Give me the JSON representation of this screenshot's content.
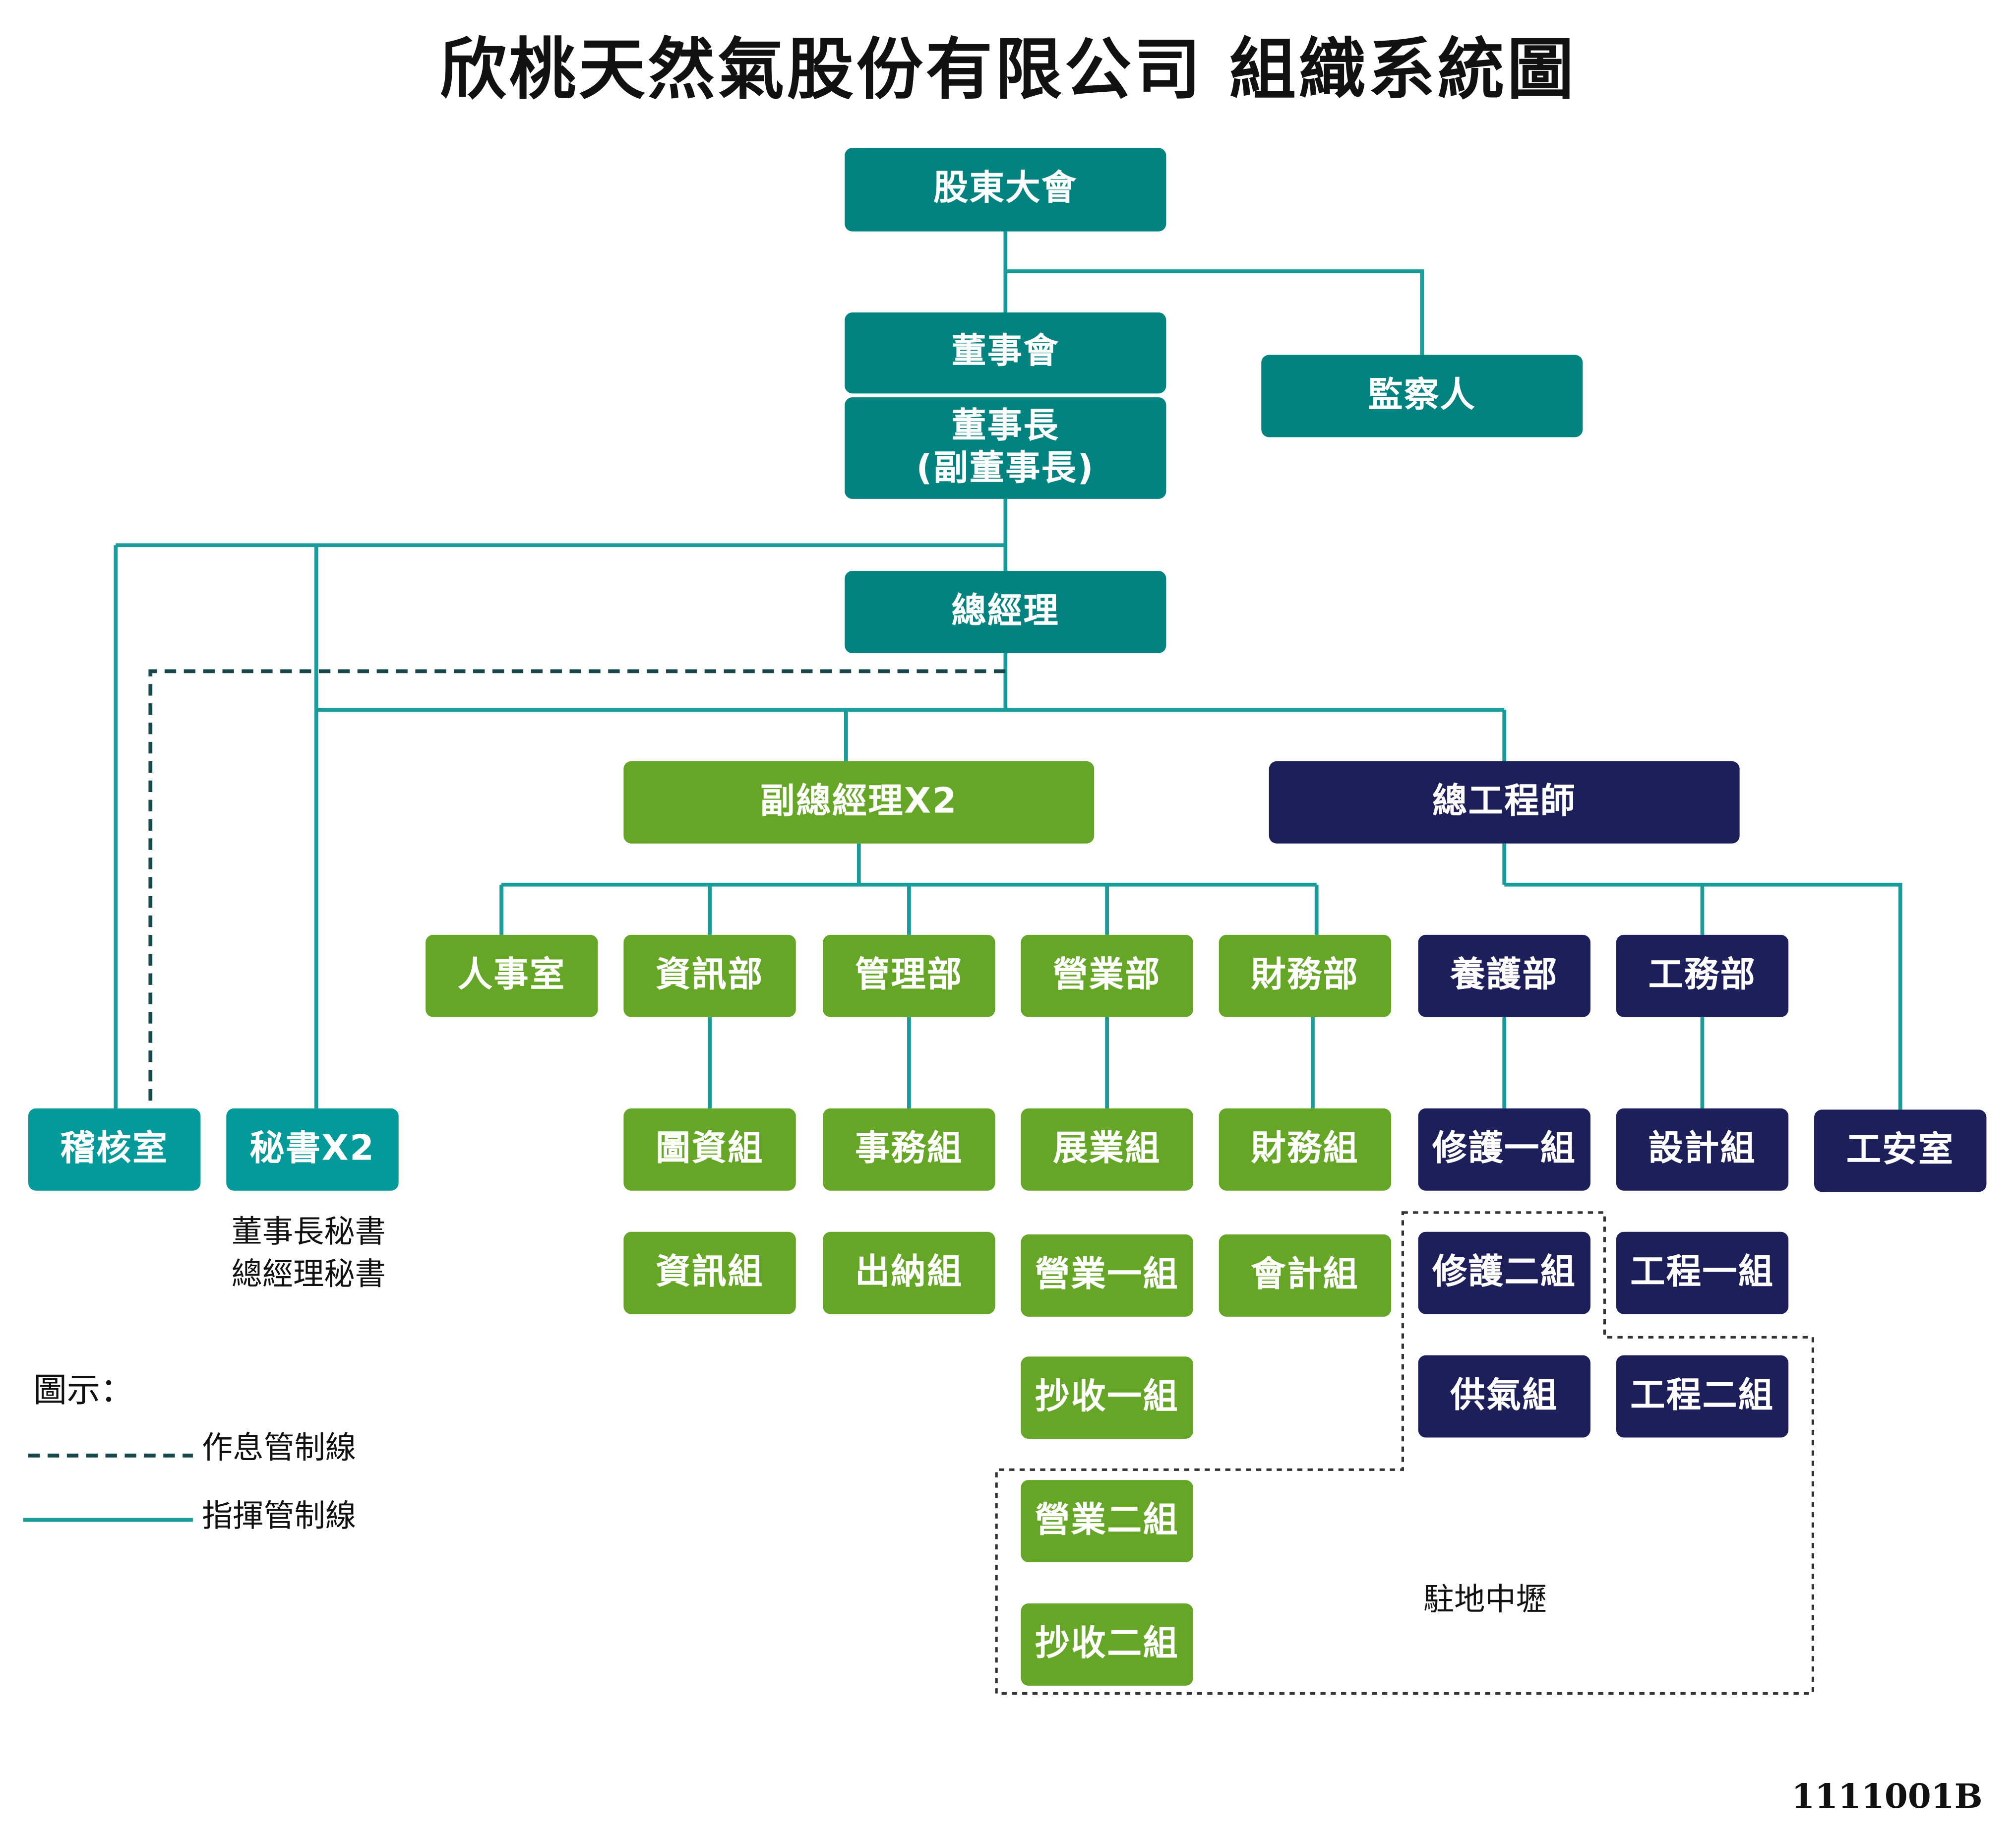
{
  "title": "欣桃天然氣股份有限公司 組織系統圖",
  "nodes": {
    "shareholders": "股東大會",
    "board": "董事會",
    "supervisor": "監察人",
    "chairman": "董事長\n(副董事長)",
    "general_manager": "總經理",
    "audit": "稽核室",
    "secretary": "秘書X2",
    "deputy_gm": "副總經理X2",
    "chief_engineer": "總工程師",
    "hr": "人事室",
    "it_dept": "資訊部",
    "mgmt_dept": "管理部",
    "sales_dept": "營業部",
    "finance_dept": "財務部",
    "maint_dept": "養護部",
    "works_dept": "工務部",
    "safety": "工安室",
    "library_group": "圖資組",
    "it_group": "資訊組",
    "affairs_group": "事務組",
    "cashier_group": "出納組",
    "expansion_group": "展業組",
    "sales_group_1": "營業一組",
    "meter_group_1": "抄收一組",
    "sales_group_2": "營業二組",
    "meter_group_2": "抄收二組",
    "finance_group": "財務組",
    "accounting_group": "會計組",
    "repair_group_1": "修護一組",
    "repair_group_2": "修護二組",
    "supply_group": "供氣組",
    "design_group": "設計組",
    "eng_group_1": "工程一組",
    "eng_group_2": "工程二組"
  },
  "secretary_note": "董事長秘書\n總經理秘書",
  "zhongli_label": "駐地中壢",
  "legend": {
    "title": "圖示：",
    "dashed": "作息管制線",
    "solid": "指揮管制線"
  },
  "doc_code": "1111001B",
  "colors": {
    "teal": "#038380",
    "cyan": "#049a9a",
    "green": "#66a626",
    "navy": "#1c1f5a",
    "line": "#1a9c9a",
    "dashed": "#17474a"
  }
}
